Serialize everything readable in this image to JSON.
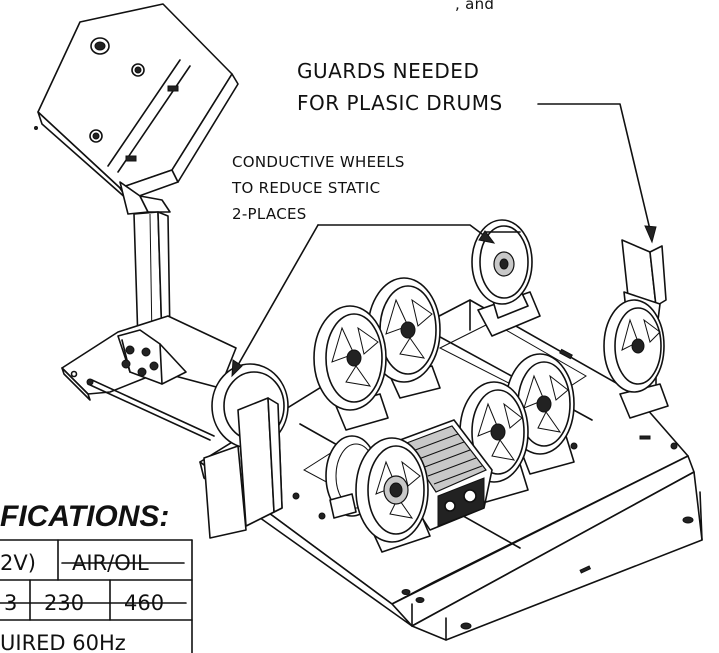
{
  "header_fragment": ", and",
  "callouts": {
    "guards_line1": "GUARDS NEEDED",
    "guards_line2": "FOR PLASIC DRUMS",
    "wheels_line1": "CONDUCTIVE WHEELS",
    "wheels_line2": "TO REDUCE STATIC",
    "wheels_line3": "2-PLACES"
  },
  "specs": {
    "title": "FICATIONS:",
    "row1": [
      "2V)",
      "AIR/OIL"
    ],
    "row2": [
      "3",
      "230",
      "460"
    ],
    "row3": [
      "UIRED 60Hz"
    ]
  }
}
